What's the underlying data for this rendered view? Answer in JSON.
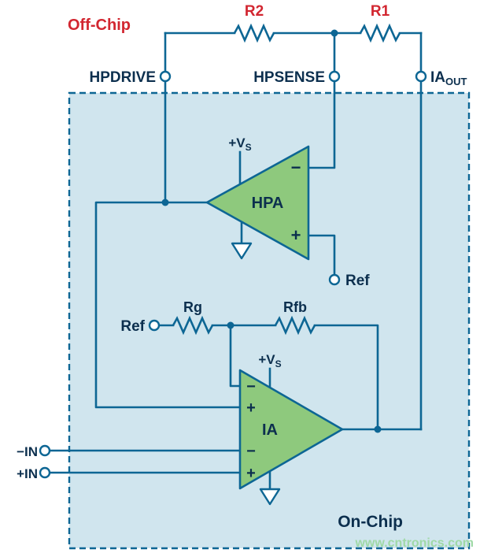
{
  "colors": {
    "wire": "#0d6694",
    "chip_fill": "#d0e5ee",
    "triangle_fill": "#8ec97d",
    "red": "#d22630",
    "text_dark": "#0c2f4e",
    "watermark": "#9fd9a6"
  },
  "off_chip_label": "Off-Chip",
  "on_chip_label": "On-Chip",
  "watermark_text": "www.cntronics.com",
  "top": {
    "r2": "R2",
    "r1": "R1",
    "hpdrive": "HPDRIVE",
    "hpsense": "HPSENSE",
    "ia_out": {
      "main": "IA",
      "sub": "OUT"
    }
  },
  "hpa": {
    "name": "HPA",
    "vs": {
      "main": "+V",
      "sub": "S"
    },
    "minus": "−",
    "plus": "+",
    "ref": "Ref"
  },
  "ia": {
    "name": "IA",
    "vs": {
      "main": "+V",
      "sub": "S"
    },
    "fb_minus": "−",
    "fb_plus": "+",
    "in_minus": "−",
    "in_plus": "+",
    "ref": "Ref",
    "rg": "Rg",
    "rfb": "Rfb",
    "minus_in": "−IN",
    "plus_in": "+IN"
  }
}
